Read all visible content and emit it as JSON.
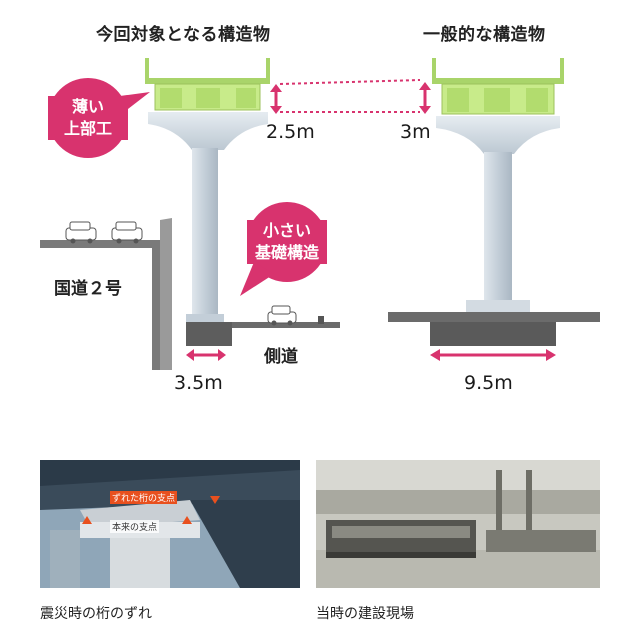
{
  "titles": {
    "left": "今回対象となる構造物",
    "right": "一般的な構造物"
  },
  "bubbles": {
    "thin_deck": [
      "薄い",
      "上部工"
    ],
    "small_foundation": [
      "小さい",
      "基礎構造"
    ]
  },
  "dimensions": {
    "left_deck_height": "2.5m",
    "right_deck_height": "3m",
    "left_footing_width": "3.5m",
    "right_footing_width": "9.5m"
  },
  "labels": {
    "national_route": "国道２号",
    "side_road": "側道"
  },
  "photos": {
    "left": {
      "caption": "震災時の桁のずれ",
      "annotation_shifted": "ずれた桁の支点",
      "annotation_original": "本来の支点"
    },
    "right": {
      "caption": "当時の建設現場"
    }
  },
  "colors": {
    "accent_pink": "#d8336e",
    "deck_green": "#b7e07a",
    "pier_gray": "#c9d3dc",
    "ground_gray": "#6b6b6b"
  }
}
